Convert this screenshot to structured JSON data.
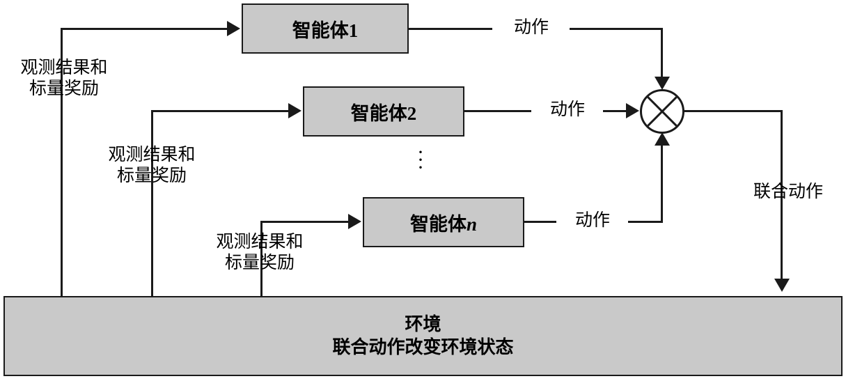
{
  "diagram": {
    "title": "多智能体与环境交互结构图",
    "type": "flow-diagram",
    "colors": {
      "node_fill": "#c9c9c9",
      "stroke": "#1a1a1a",
      "background": "#ffffff",
      "text": "#000000"
    },
    "nodes": [
      {
        "id": "agent1",
        "label": "智能体1"
      },
      {
        "id": "agent2",
        "label": "智能体2"
      },
      {
        "id": "agentn",
        "label_prefix": "智能体",
        "label_suffix": "n"
      },
      {
        "id": "environment",
        "line1": "环境",
        "line2": "联合动作改变环境状态"
      },
      {
        "id": "combiner",
        "label": "⊗"
      }
    ],
    "labels": {
      "obs_reward_1": "观测结果和\n标量奖励",
      "obs_reward_2": "观测结果和\n标量奖励",
      "obs_reward_n": "观测结果和\n标量奖励",
      "action_1": "动作",
      "action_2": "动作",
      "action_n": "动作",
      "joint_action": "联合动作",
      "vertical_ellipsis": "⋮"
    }
  }
}
